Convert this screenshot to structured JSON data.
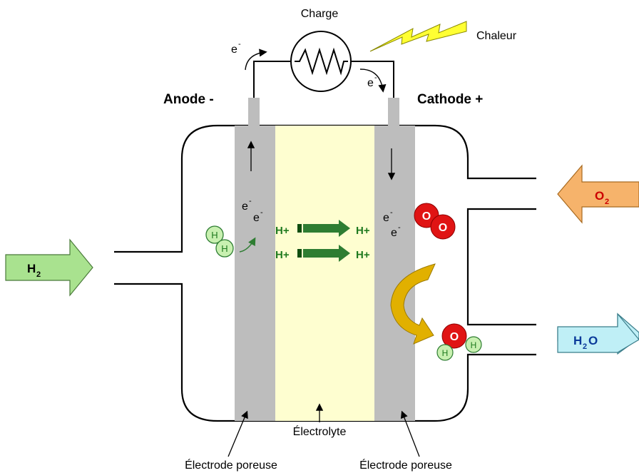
{
  "labels": {
    "charge": "Charge",
    "chaleur": "Chaleur",
    "anode": "Anode -",
    "cathode": "Cathode +",
    "electrolyte": "Électrolyte",
    "electrode_left": "Électrode poreuse",
    "electrode_right": "Électrode poreuse"
  },
  "electrons": {
    "symbol": "e",
    "superscript": "-"
  },
  "ions": {
    "proton_1a": "H+",
    "proton_1b": "H+",
    "proton_2a": "H+",
    "proton_2b": "H+"
  },
  "molecules": {
    "h_atom": "H",
    "o_atom": "O"
  },
  "arrows": {
    "h2_main": "H",
    "h2_sub": "2",
    "o2_main": "O",
    "o2_sub": "2",
    "h2o_h": "H",
    "h2o_sub": "2",
    "h2o_o": "O"
  },
  "colors": {
    "electrode": "#bdbdbd",
    "electrolyte": "#fefed0",
    "h2_arrow": "#a9e28f",
    "o2_arrow": "#f6b36b",
    "h2o_arrow": "#bfeff6",
    "bolt": "#ffff33",
    "oxygen": "#e01414",
    "hydrogen": "#c8f0b0",
    "proton_arrow": "#2e7d32",
    "water_flow_arrow": "#e1b000"
  }
}
